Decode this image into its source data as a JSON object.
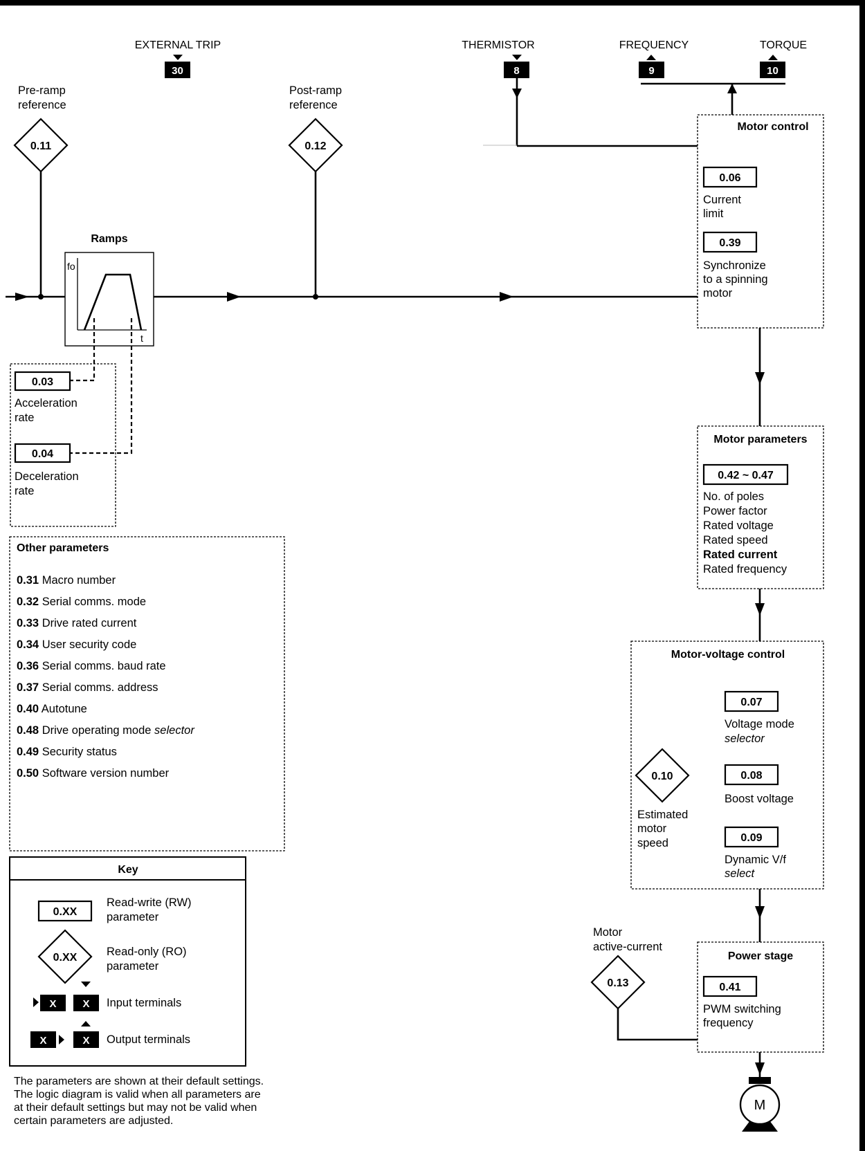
{
  "terminals": {
    "external_trip": {
      "label": "EXTERNAL TRIP",
      "num": "30"
    },
    "thermistor": {
      "label": "THERMISTOR",
      "num": "8"
    },
    "frequency": {
      "label": "FREQUENCY",
      "num": "9"
    },
    "torque": {
      "label": "TORQUE",
      "num": "10"
    }
  },
  "pre_ramp": {
    "label1": "Pre-ramp",
    "label2": "reference",
    "param": "0.11"
  },
  "post_ramp": {
    "label1": "Post-ramp",
    "label2": "reference",
    "param": "0.12"
  },
  "ramps": {
    "title": "Ramps",
    "y_axis": "fo",
    "x_axis": "t"
  },
  "accel": {
    "param": "0.03",
    "label1": "Acceleration",
    "label2": "rate"
  },
  "decel": {
    "param": "0.04",
    "label1": "Deceleration",
    "label2": "rate"
  },
  "motor_control": {
    "title": "Motor control",
    "current_limit": {
      "param": "0.06",
      "label1": "Current",
      "label2": "limit"
    },
    "sync": {
      "param": "0.39",
      "label1": "Synchronize",
      "label2": "to a spinning",
      "label3": "motor"
    }
  },
  "motor_parameters": {
    "title": "Motor parameters",
    "param": "0.42 ~ 0.47",
    "items": [
      "No. of poles",
      "Power factor",
      "Rated voltage",
      "Rated speed",
      "Rated current",
      "Rated frequency"
    ]
  },
  "motor_voltage_control": {
    "title": "Motor-voltage control",
    "voltage_mode": {
      "param": "0.07",
      "label1": "Voltage mode",
      "label2": "selector"
    },
    "boost": {
      "param": "0.08",
      "label": "Boost voltage"
    },
    "dynamic": {
      "param": "0.09",
      "label1": "Dynamic V/f",
      "label2": "select"
    },
    "speed": {
      "param": "0.10",
      "label1": "Estimated",
      "label2": "motor",
      "label3": "speed"
    }
  },
  "active_current": {
    "label1": "Motor",
    "label2": "active-current",
    "param": "0.13"
  },
  "power_stage": {
    "title": "Power stage",
    "param": "0.41",
    "label1": "PWM switching",
    "label2": "frequency"
  },
  "motor_symbol": "M",
  "other_parameters": {
    "title": "Other parameters",
    "items": [
      {
        "num": "0.31",
        "text": "Macro number",
        "italic": ""
      },
      {
        "num": "0.32",
        "text": "Serial comms. mode",
        "italic": ""
      },
      {
        "num": "0.33",
        "text": "Drive rated current",
        "italic": ""
      },
      {
        "num": "0.34",
        "text": "User security code",
        "italic": ""
      },
      {
        "num": "0.36",
        "text": "Serial comms. baud rate",
        "italic": ""
      },
      {
        "num": "0.37",
        "text": "Serial comms. address",
        "italic": ""
      },
      {
        "num": "0.40",
        "text": "Autotune",
        "italic": ""
      },
      {
        "num": "0.48",
        "text": "Drive operating mode",
        "italic": "selector"
      },
      {
        "num": "0.49",
        "text": "Security status",
        "italic": ""
      },
      {
        "num": "0.50",
        "text": "Software version number",
        "italic": ""
      }
    ]
  },
  "key": {
    "title": "Key",
    "rw_sample": "0.XX",
    "rw_label1": "Read-write (RW)",
    "rw_label2": "parameter",
    "ro_sample": "0.XX",
    "ro_label1": "Read-only (RO)",
    "ro_label2": "parameter",
    "terminal_sample": "X",
    "input_label": "Input terminals",
    "output_label": "Output terminals"
  },
  "note": [
    "The parameters are shown at their default settings.",
    "The logic diagram is valid when all parameters are",
    "at their default settings but may not be valid when",
    "certain parameters are adjusted."
  ]
}
